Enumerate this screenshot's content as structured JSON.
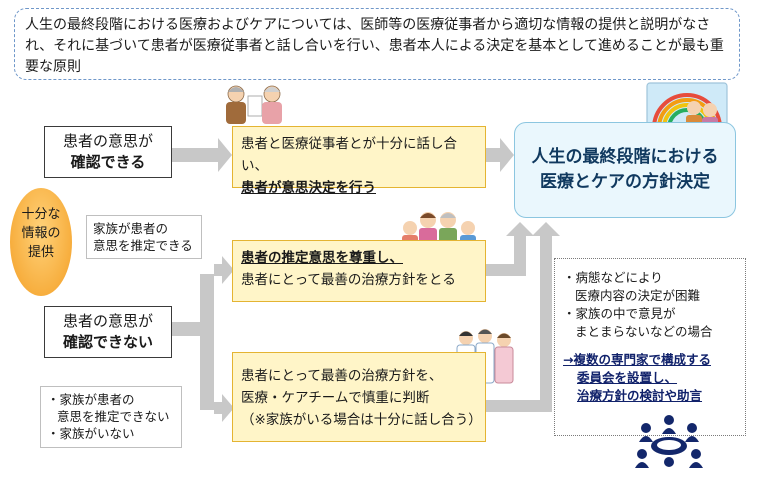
{
  "header": {
    "text": "人生の最終段階における医療およびケアについては、医師等の医療従事者から適切な情報の提供と説明がなされ、それに基づいて患者が医療従事者と話し合いを行い、患者本人による決定を基本として進めることが最も重要な原則"
  },
  "left": {
    "can_confirm": {
      "line1": "患者の意思が",
      "line2": "確認できる"
    },
    "cannot_confirm": {
      "line1": "患者の意思が",
      "line2": "確認できない"
    },
    "info_oval": {
      "line1": "十分な",
      "line2": "情報の",
      "line3": "提供"
    },
    "family_estimate": {
      "line1": "家族が患者の",
      "line2": "意思を推定できる"
    },
    "family_cannot": {
      "item1_line1": "・家族が患者の",
      "item1_line2": "意思を推定できない",
      "item2": "・家族がいない"
    }
  },
  "middle": {
    "box1": {
      "line1": "患者と医療従事者とが十分に話し合い、",
      "line2": "患者が意思決定を行う"
    },
    "box2": {
      "line1": "患者の推定意思を尊重し、",
      "line2": "患者にとって最善の治療方針をとる"
    },
    "box3": {
      "line1": "患者にとって最善の治療方針を、",
      "line2": "医療・ケアチームで慎重に判断",
      "line3": "（※家族がいる場合は十分に話し合う）"
    }
  },
  "right": {
    "result": {
      "line1": "人生の最終段階における",
      "line2": "医療とケアの方針決定"
    },
    "committee": {
      "item1_line1": "・病態などにより",
      "item1_line2": "医療内容の決定が困難",
      "item2_line1": "・家族の中で意見が",
      "item2_line2": "まとまらないなどの場合",
      "action_line1": "→複数の専門家で構成する",
      "action_line2": "委員会を設置し、",
      "action_line3": "治療方針の検討や助言"
    }
  },
  "colors": {
    "arrow": "#c8c8c8",
    "yellow_fill": "#fff5c8",
    "yellow_border": "#e4b432",
    "oval": "#f7ae3e",
    "result_fill": "#eaf7fd",
    "header_border": "#6f97c9",
    "navy": "#11226b"
  },
  "icons": [
    "elderly-couple-illustration",
    "family-illustration",
    "medical-team-illustration",
    "rainbow-window-illustration",
    "committee-meeting-icon"
  ]
}
